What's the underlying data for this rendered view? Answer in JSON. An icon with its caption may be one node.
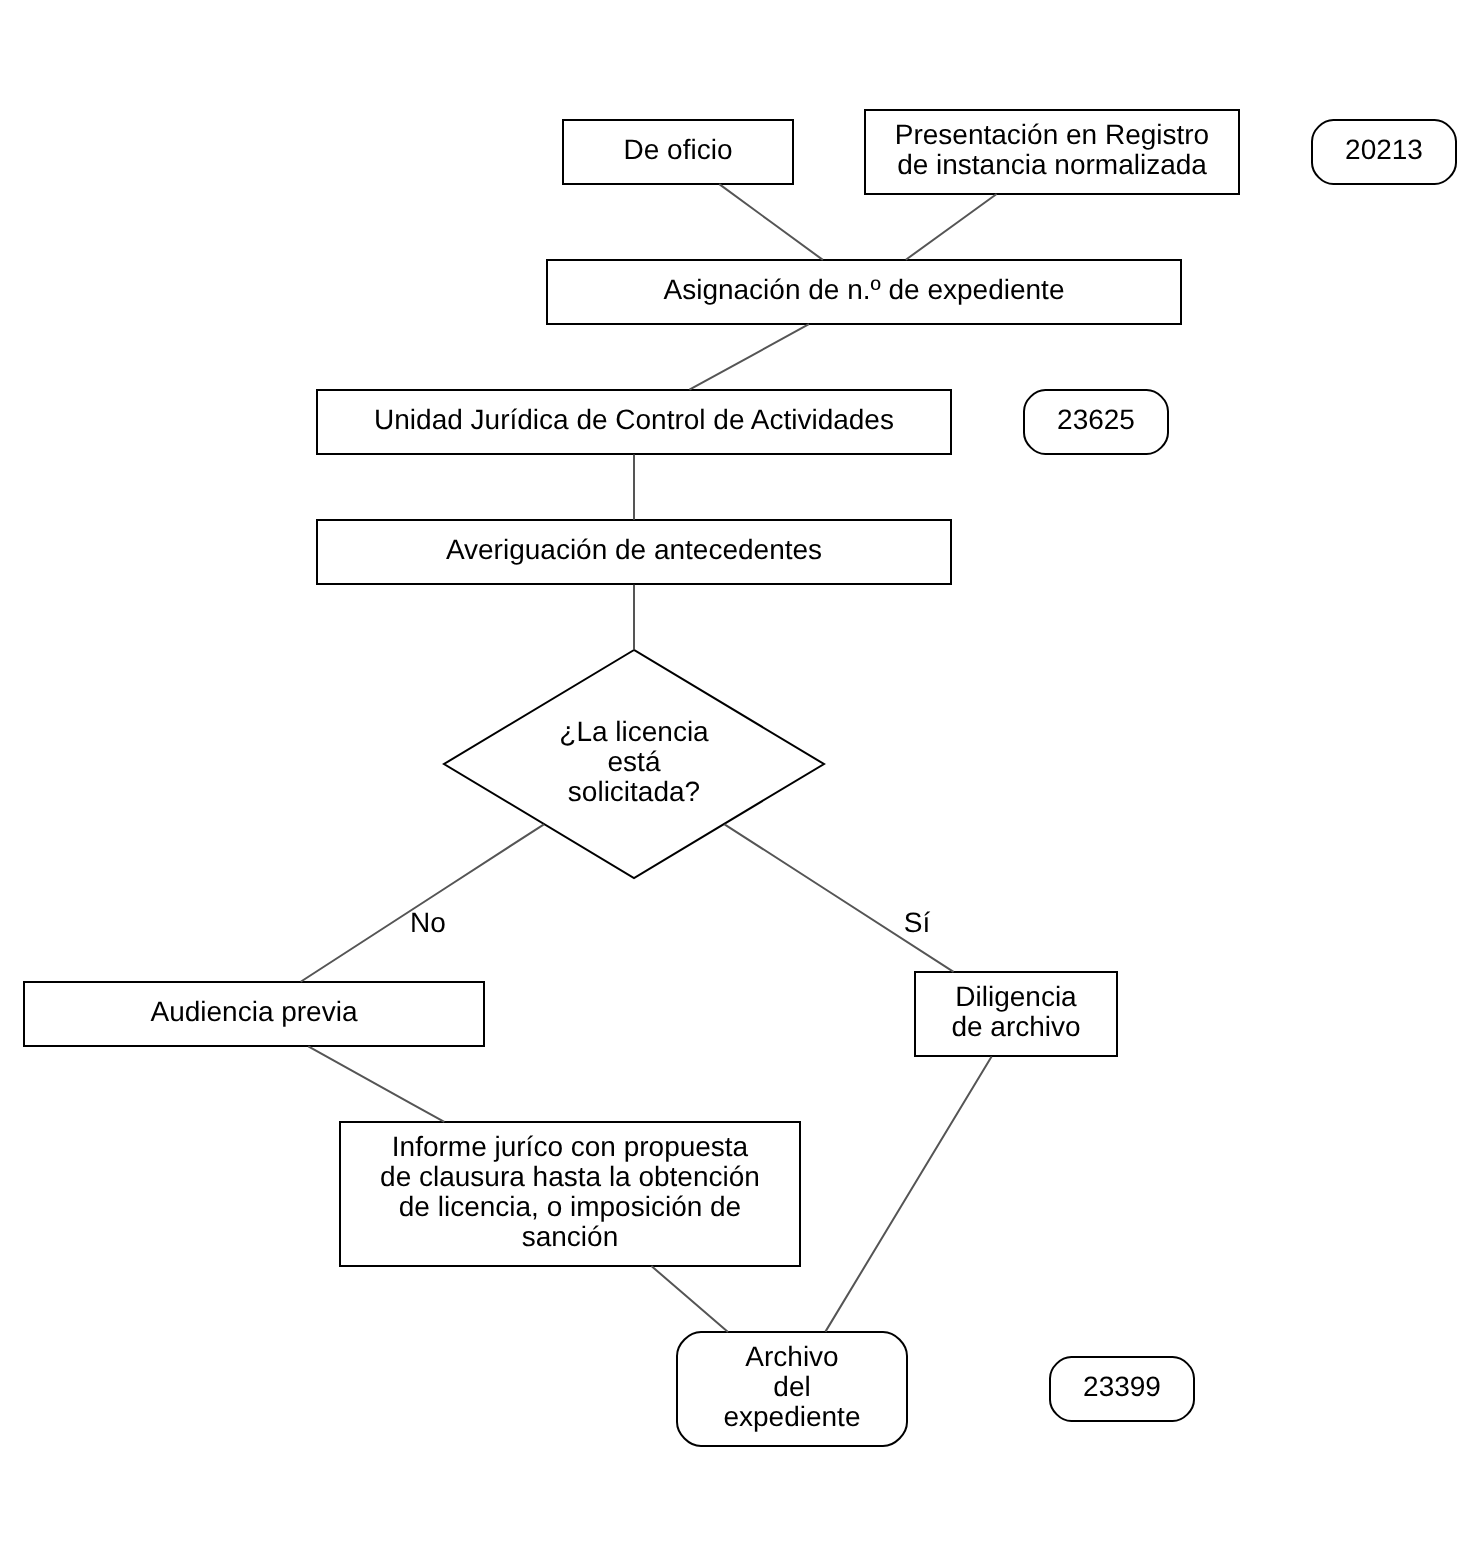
{
  "diagram": {
    "nodes": [
      {
        "text": [
          "De oficio"
        ]
      },
      {
        "text": [
          "Presentación en Registro de instancia normalizada"
        ]
      },
      {
        "text": [
          "20213"
        ]
      },
      {
        "text": [
          "Asignación de n.º de expediente"
        ]
      },
      {
        "text": [
          "Unidad Jurídica de Control de Actividades"
        ]
      },
      {
        "text": [
          "23625"
        ]
      },
      {
        "text": [
          "Averiguación de antecedentes"
        ]
      },
      {
        "text": [
          "¿La licencia está solicitada?"
        ]
      },
      {
        "text": [
          "Diligencia de archivo"
        ]
      },
      {
        "text": [
          "Audiencia previa"
        ]
      },
      {
        "text": [
          "Informe juríco con propuesta de clausura hasta la obtención de licencia, o imposición de sanción"
        ]
      },
      {
        "text": [
          "Archivo del expediente"
        ]
      },
      {
        "text": [
          "23399"
        ]
      }
    ],
    "edges": [
      {
        "from": 0,
        "to": 3,
        "arrow": "none"
      },
      {
        "from": 1,
        "to": 3,
        "arrow": "none"
      },
      {
        "from": 3,
        "to": 4,
        "arrow": "none"
      },
      {
        "from": 4,
        "to": 6,
        "arrow": "none"
      },
      {
        "from": 6,
        "to": 7,
        "arrow": "none"
      },
      {
        "from": 7,
        "to": 9,
        "arrow": "none",
        "label": "No"
      },
      {
        "from": 7,
        "to": 8,
        "arrow": "none",
        "label": "Sí"
      },
      {
        "from": 9,
        "to": 10,
        "arrow": "none"
      },
      {
        "from": 10,
        "to": 11,
        "arrow": "none"
      },
      {
        "from": 8,
        "to": 11,
        "arrow": "none"
      }
    ]
  }
}
